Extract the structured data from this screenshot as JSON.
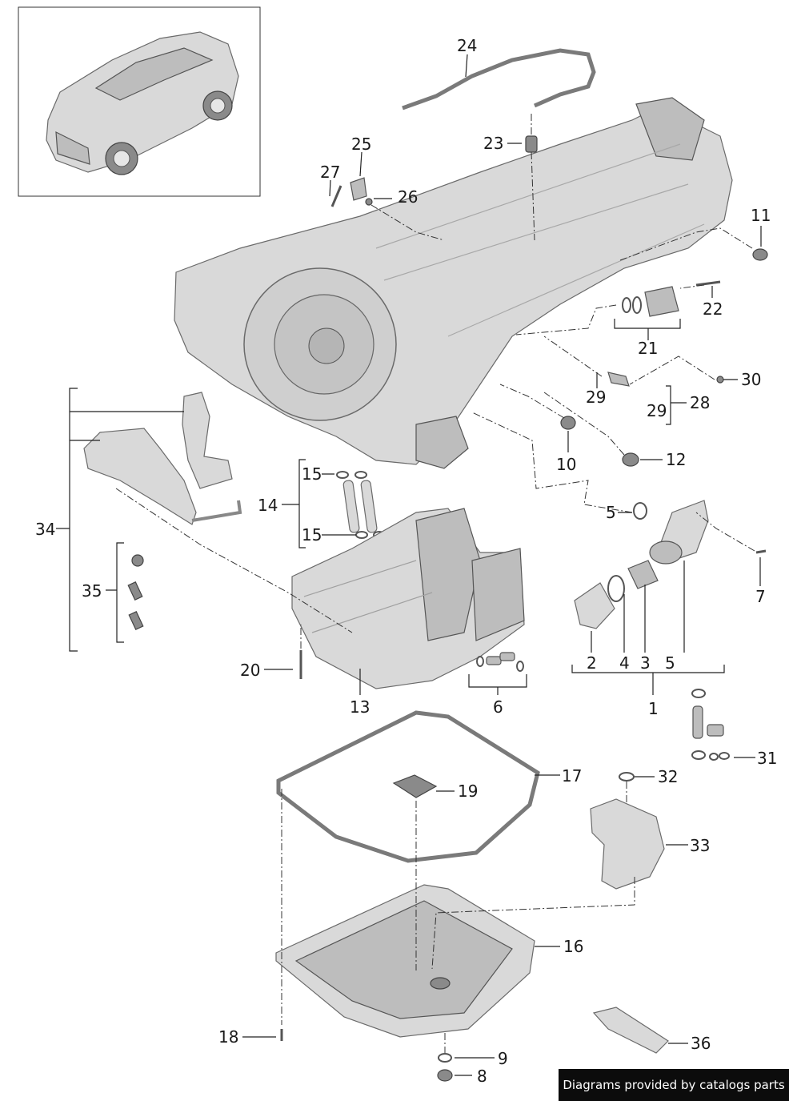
{
  "credit": "Diagrams provided by catalogs parts",
  "callouts": {
    "c1": "1",
    "c2": "2",
    "c3": "3",
    "c4": "4",
    "c5a": "5",
    "c5b": "5",
    "c6": "6",
    "c7": "7",
    "c8": "8",
    "c9": "9",
    "c10": "10",
    "c11": "11",
    "c12": "12",
    "c13": "13",
    "c14": "14",
    "c15a": "15",
    "c15b": "15",
    "c16": "16",
    "c17": "17",
    "c18": "18",
    "c19": "19",
    "c20": "20",
    "c21": "21",
    "c22": "22",
    "c23": "23",
    "c24": "24",
    "c25": "25",
    "c26": "26",
    "c27": "27",
    "c28": "28",
    "c29a": "29",
    "c29b": "29",
    "c30": "30",
    "c31": "31",
    "c32": "32",
    "c33": "33",
    "c34": "34",
    "c35": "35",
    "c36": "36"
  },
  "colors": {
    "part_fill": "#d9d9d9",
    "outline": "#6a6a6a",
    "credit_bg": "#0c0c0c"
  }
}
